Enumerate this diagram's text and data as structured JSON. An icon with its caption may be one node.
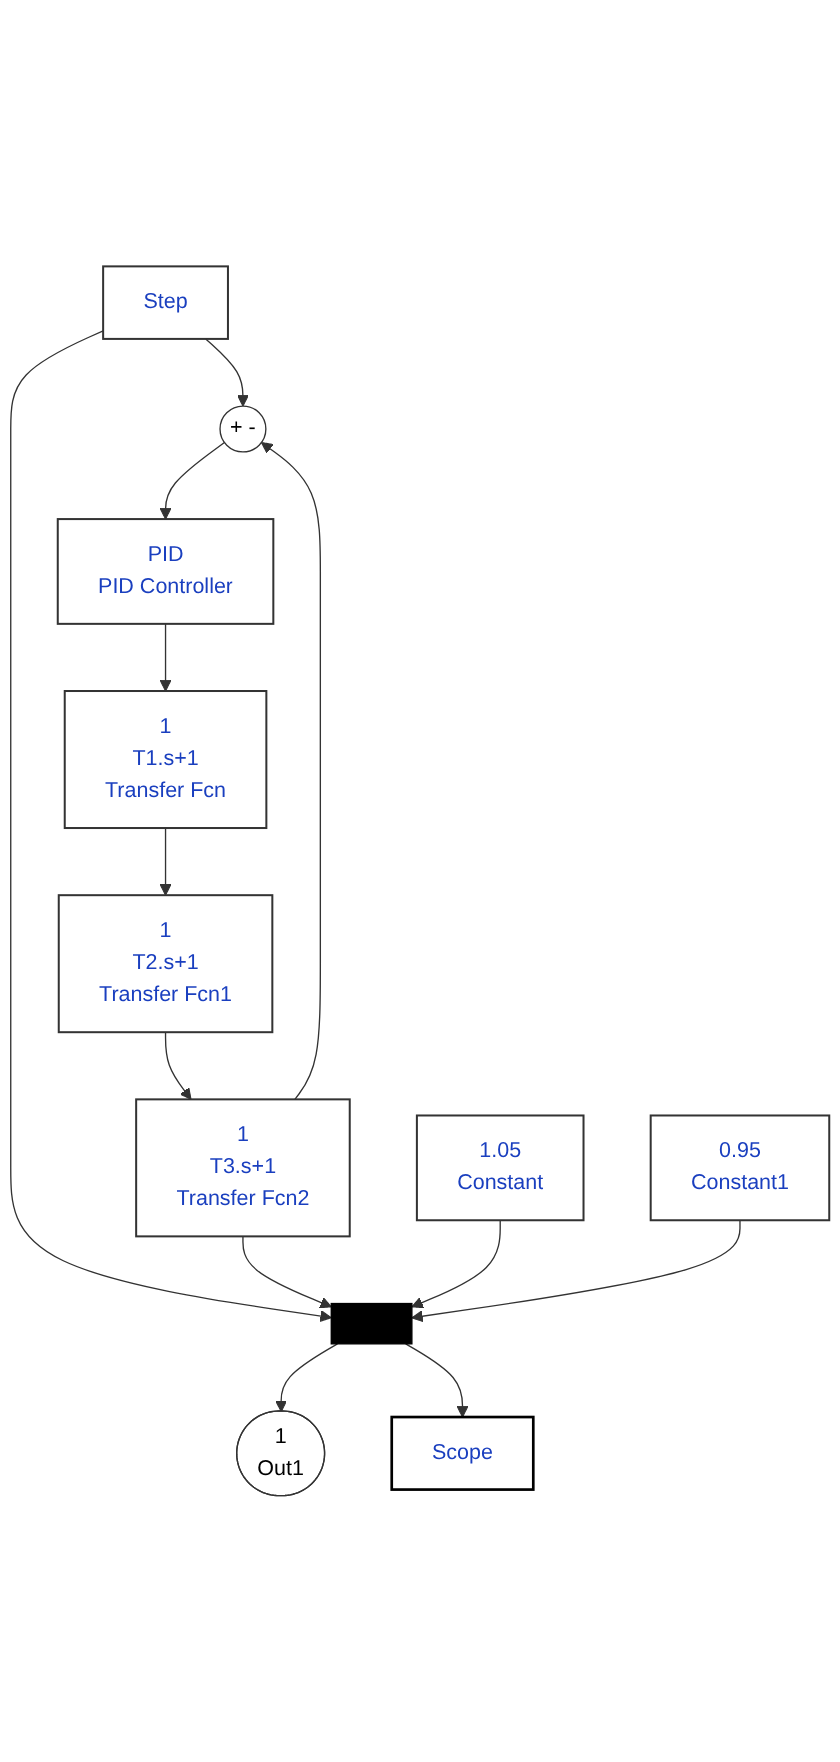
{
  "diagram": {
    "nodes": [
      {
        "text": [
          "Step"
        ]
      },
      {
        "text": [
          "+",
          "-"
        ]
      },
      {
        "text": [
          "PID",
          "PID Controller"
        ]
      },
      {
        "text": [
          "1",
          "T1.s+1",
          "Transfer Fcn"
        ]
      },
      {
        "text": [
          "1",
          "T2.s+1",
          "Transfer Fcn1"
        ]
      },
      {
        "text": [
          "1",
          "T3.s+1",
          "Transfer Fcn2"
        ]
      },
      {
        "text": [
          "0.95",
          "Constant1"
        ]
      },
      {
        "text": [
          "1.05",
          "Constant"
        ]
      },
      {
        "text": [],
        "shape": "bar"
      },
      {
        "text": [
          "1",
          "Out1"
        ]
      },
      {
        "text": [
          "Scope"
        ]
      }
    ],
    "edges": [
      {
        "from": 0,
        "to": 1,
        "arrow": "to"
      },
      {
        "from": 0,
        "to": 8,
        "arrow": "to"
      },
      {
        "from": 1,
        "to": 2,
        "arrow": "to"
      },
      {
        "from": 2,
        "to": 3,
        "arrow": "to"
      },
      {
        "from": 3,
        "to": 4,
        "arrow": "to"
      },
      {
        "from": 4,
        "to": 5,
        "arrow": "to"
      },
      {
        "from": 5,
        "to": 1,
        "arrow": "to"
      },
      {
        "from": 5,
        "to": 8,
        "arrow": "to"
      },
      {
        "from": 7,
        "to": 8,
        "arrow": "to"
      },
      {
        "from": 6,
        "to": 8,
        "arrow": "to"
      },
      {
        "from": 8,
        "to": 9,
        "arrow": "to"
      },
      {
        "from": 8,
        "to": 10,
        "arrow": "to"
      }
    ]
  }
}
